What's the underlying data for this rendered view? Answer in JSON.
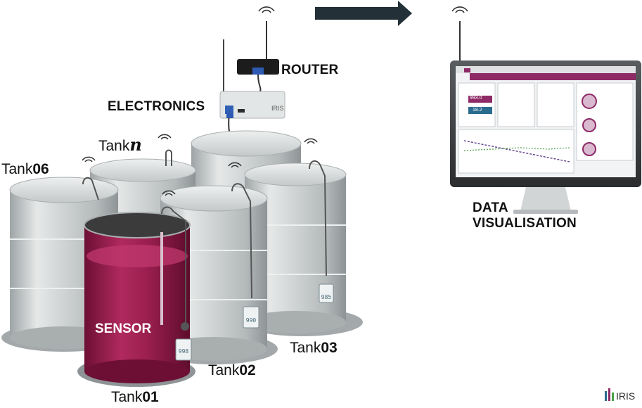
{
  "labels": {
    "router": "ROUTER",
    "electronics": "ELECTRONICS",
    "data_line1": "DATA",
    "data_line2": "VISUALISATION",
    "sensor": "SENSOR"
  },
  "tanks": [
    {
      "prefix": "Tank",
      "suffix": "01",
      "reading": "998"
    },
    {
      "prefix": "Tank",
      "suffix": "02",
      "reading": "990"
    },
    {
      "prefix": "Tank",
      "suffix": "03",
      "reading": "985"
    },
    {
      "prefix": "Tank",
      "suffix": "06"
    },
    {
      "prefix": "Tank",
      "suffix": "n"
    }
  ],
  "brand": {
    "name": "IRIS",
    "device_brand": "IRIS"
  },
  "dashboard": {
    "tiles": [
      {
        "value": "993.0"
      },
      {
        "value": "18.2"
      }
    ]
  },
  "colors": {
    "tank_body": "#c9cccd",
    "liquid": "#9a1f4e",
    "arrow": "#233038",
    "screen_header": "#8e2a66"
  },
  "icons": [
    "wifi-signal-icon",
    "arrow-right-icon",
    "iris-logo-icon"
  ]
}
